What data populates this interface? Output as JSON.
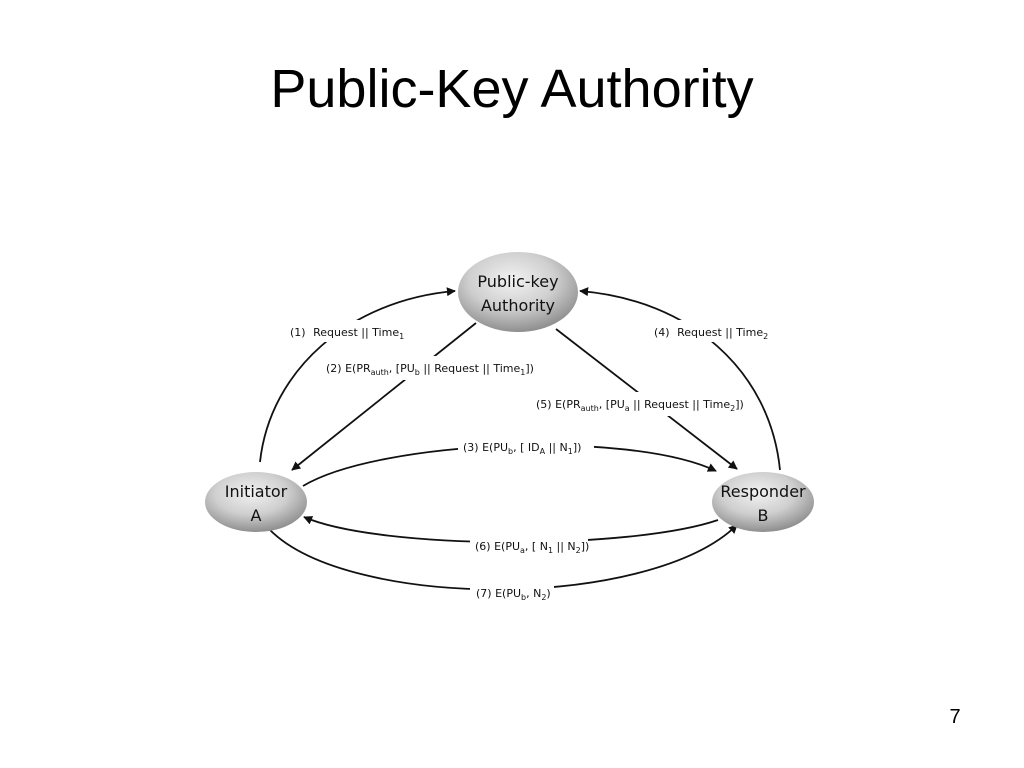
{
  "title": "Public-Key Authority",
  "page_number": "7",
  "nodes": {
    "authority": {
      "line1": "Public-key",
      "line2": "Authority"
    },
    "initiator": {
      "line1": "Initiator",
      "line2": "A"
    },
    "responder": {
      "line1": "Responder",
      "line2": "B"
    }
  },
  "messages": {
    "m1": {
      "num": "(1)",
      "a": "Request || Time",
      "a_sub": "1"
    },
    "m2": {
      "pre": "(2) E(PR",
      "sub1": "auth",
      "mid1": ", [PU",
      "sub2": "b",
      "mid2": " || Request || Time",
      "sub3": "1",
      "post": "])"
    },
    "m3": {
      "pre": "(3) E(PU",
      "sub1": "b",
      "mid1": ", [ ID",
      "sub2": "A",
      "mid2": " || N",
      "sub3": "1",
      "post": "])"
    },
    "m4": {
      "num": "(4)",
      "a": "Request || Time",
      "a_sub": "2"
    },
    "m5": {
      "pre": "(5) E(PR",
      "sub1": "auth",
      "mid1": ", [PU",
      "sub2": "a",
      "mid2": " || Request || Time",
      "sub3": "2",
      "post": "])"
    },
    "m6": {
      "pre": "(6) E(PU",
      "sub1": "a",
      "mid1": ", [ N",
      "sub2": "1",
      "mid2": " || N",
      "sub3": "2",
      "post": "])"
    },
    "m7": {
      "pre": "(7) E(PU",
      "sub1": "b",
      "mid1": ", N",
      "sub2": "2",
      "post": ")"
    }
  },
  "colors": {
    "node_fill": "#c8c8c8",
    "node_dark": "#8f8f8f",
    "line": "#111111"
  }
}
